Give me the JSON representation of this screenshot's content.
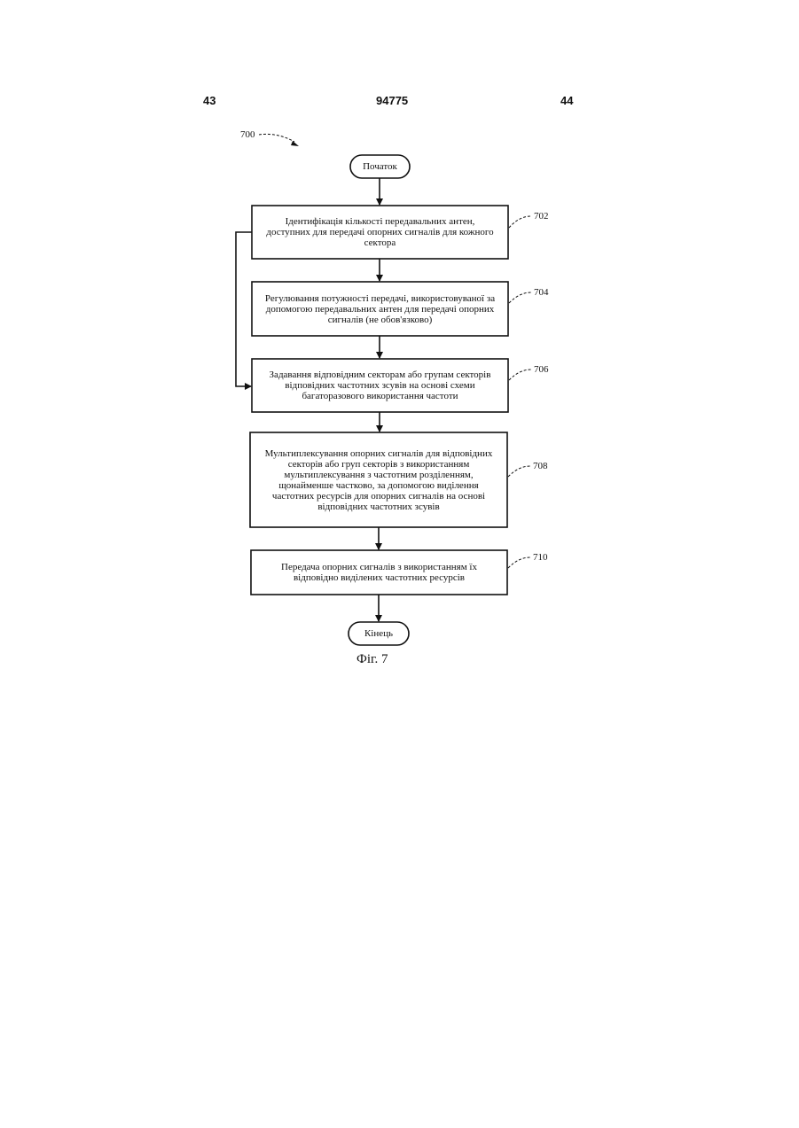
{
  "header": {
    "left": "43",
    "center": "94775",
    "right": "44"
  },
  "diagram": {
    "figure_ref": "700",
    "start": "Початок",
    "end": "Кінець",
    "caption": "Фіг. 7",
    "steps": [
      {
        "ref": "702",
        "text": "Ідентифікація кількості передавальних антен,\nдоступних для передачі опорних сигналів для кожного\nсектора"
      },
      {
        "ref": "704",
        "text": "Регулювання потужності передачі, використовуваної за\nдопомогою передавальних антен для передачі опорних\nсигналів (не обов'язково)"
      },
      {
        "ref": "706",
        "text": "Задавання відповідним секторам або групам секторів\nвідповідних частотних зсувів на основі схеми\nбагаторазового використання частоти"
      },
      {
        "ref": "708",
        "text": "Мультиплексування опорних сигналів для відповідних\nсекторів або груп секторів з використанням\nмультиплексування з частотним розділенням,\nщонайменше частково, за допомогою виділення\nчастотних ресурсів для опорних сигналів на основі\nвідповідних частотних зсувів"
      },
      {
        "ref": "710",
        "text": "Передача опорних сигналів з використанням їх\nвідповідно виділених частотних ресурсів"
      }
    ]
  }
}
